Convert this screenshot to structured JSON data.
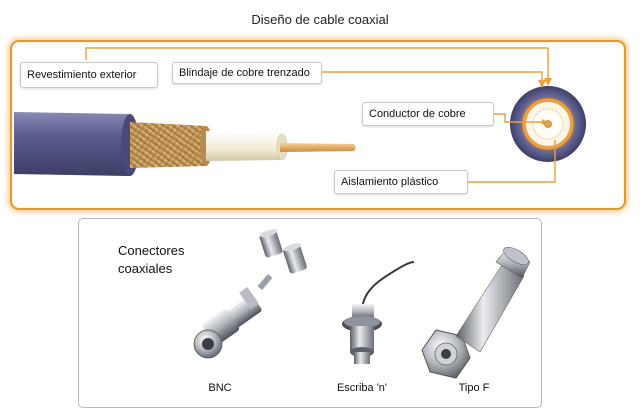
{
  "diagram": {
    "title": "Diseño de cable coaxial",
    "labels": {
      "outer_jacket": "Revestimiento exterior",
      "braided_shield": "Blindaje de cobre trenzado",
      "copper_conductor": "Conductor de cobre",
      "plastic_insulation": "Aislamiento plástico"
    },
    "colors": {
      "jacket": "#5a5a8c",
      "braid": "#c99a58",
      "insulation": "#f1ecd6",
      "conductor": "#e0a060",
      "panel_border": "#e39a2d",
      "leader_line": "#e7a13a"
    }
  },
  "connectors": {
    "heading_line1": "Conectores",
    "heading_line2": "coaxiales",
    "items": [
      {
        "label": "BNC",
        "icon": "bnc-connector"
      },
      {
        "label": "Escriba 'n'",
        "icon": "n-type-connector"
      },
      {
        "label": "Tipo F",
        "icon": "f-type-connector"
      }
    ]
  }
}
